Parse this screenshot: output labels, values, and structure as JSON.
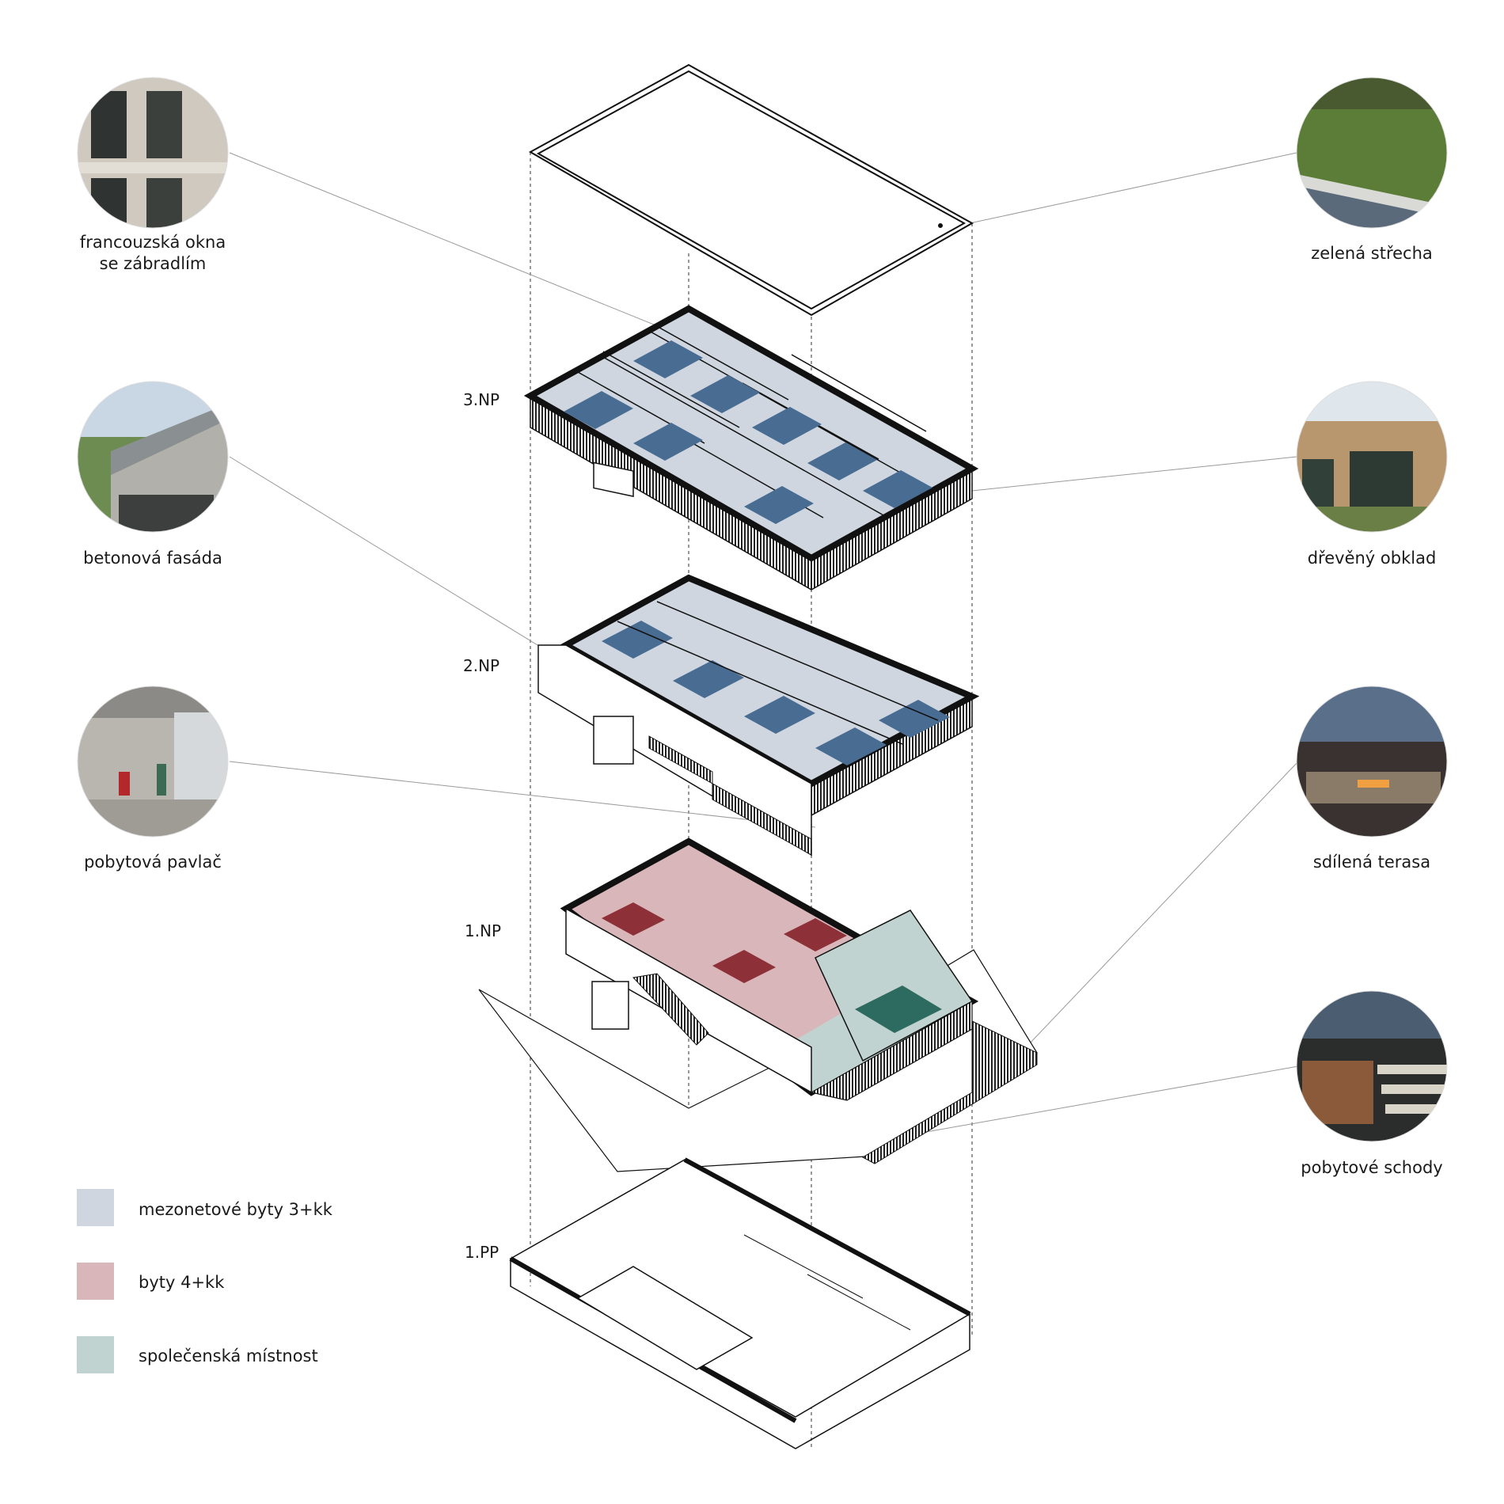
{
  "colors": {
    "mezonet": "#cfd6e0",
    "mezonet_floor": "#496c93",
    "byty4": "#d8b6ba",
    "byty4_floor": "#8e3037",
    "spolecenska": "#c1d3d0",
    "spolecenska_floor": "#2d6a60",
    "outline": "#111111"
  },
  "callouts": [
    {
      "id": "francouzska-okna",
      "lines": [
        "francouzská okna",
        "se zábradlím"
      ],
      "side": "left",
      "photo": "french-window-photo"
    },
    {
      "id": "betonova-fasada",
      "lines": [
        "betonová fasáda"
      ],
      "side": "left",
      "photo": "concrete-facade-photo"
    },
    {
      "id": "pobytova-pavlac",
      "lines": [
        "pobytová pavlač"
      ],
      "side": "left",
      "photo": "gallery-walkway-photo"
    },
    {
      "id": "zelena-strecha",
      "lines": [
        "zelená střecha"
      ],
      "side": "right",
      "photo": "green-roof-photo"
    },
    {
      "id": "dreveny-obklad",
      "lines": [
        "dřevěný obklad"
      ],
      "side": "right",
      "photo": "wood-cladding-photo"
    },
    {
      "id": "sdilena-terasa",
      "lines": [
        "sdílená terasa"
      ],
      "side": "right",
      "photo": "shared-terrace-photo"
    },
    {
      "id": "pobytove-schody",
      "lines": [
        "pobytové schody"
      ],
      "side": "right",
      "photo": "seating-stairs-photo"
    }
  ],
  "levels": [
    "3.NP",
    "2.NP",
    "1.NP",
    "1.PP"
  ],
  "legend": [
    {
      "label": "mezonetové byty 3+kk",
      "color": "#cfd6e0"
    },
    {
      "label": "byty 4+kk",
      "color": "#d8b6ba"
    },
    {
      "label": "společenská místnost",
      "color": "#c1d3d0"
    }
  ]
}
